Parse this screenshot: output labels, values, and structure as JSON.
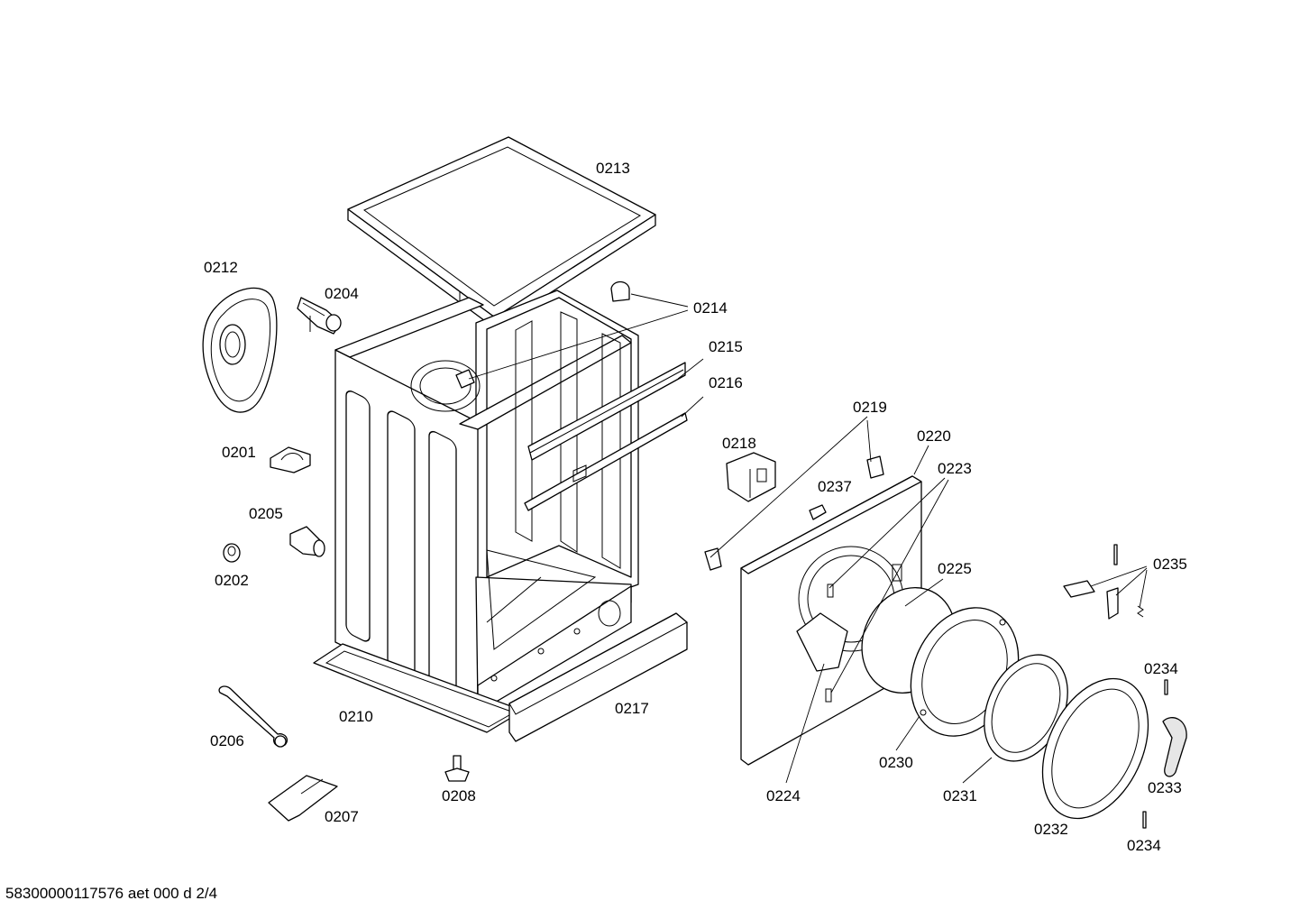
{
  "labels": {
    "p0201": "0201",
    "p0202": "0202",
    "p0204": "0204",
    "p0205": "0205",
    "p0206": "0206",
    "p0207": "0207",
    "p0208": "0208",
    "p0210": "0210",
    "p0212": "0212",
    "p0213": "0213",
    "p0214": "0214",
    "p0215": "0215",
    "p0216": "0216",
    "p0217": "0217",
    "p0218": "0218",
    "p0219": "0219",
    "p0220": "0220",
    "p0223": "0223",
    "p0224": "0224",
    "p0225": "0225",
    "p0230": "0230",
    "p0231": "0231",
    "p0232": "0232",
    "p0233": "0233",
    "p0234a": "0234",
    "p0234b": "0234",
    "p0235": "0235",
    "p0237": "0237"
  },
  "footer": {
    "doc_code": "58300000117576 aet 000 d 2/4"
  }
}
